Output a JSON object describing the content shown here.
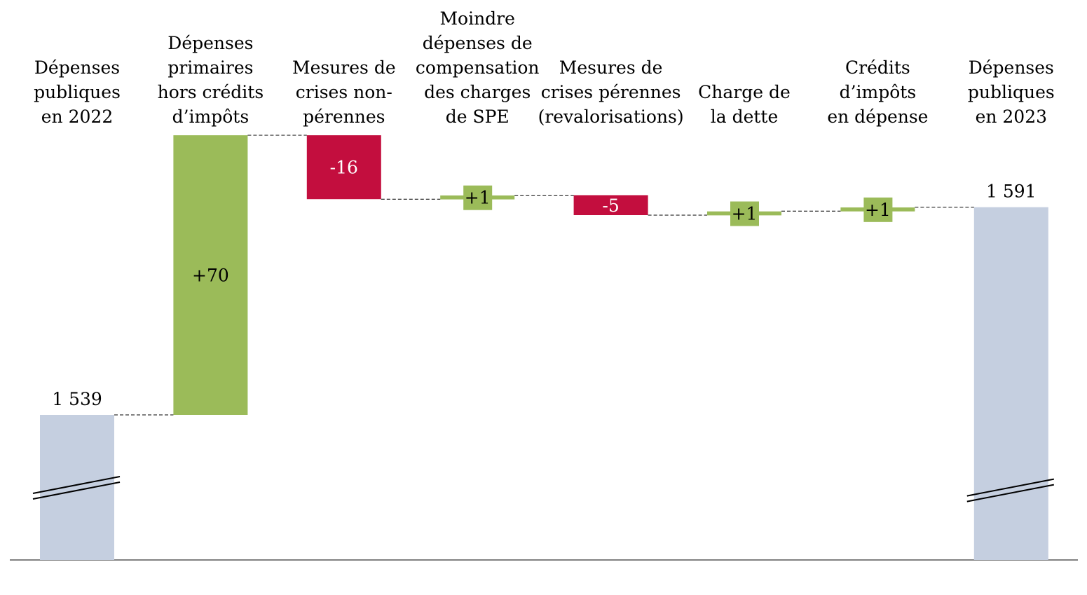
{
  "chart_data": {
    "type": "waterfall",
    "title": "",
    "categories": [
      [
        "Dépenses",
        "publiques",
        "en 2022"
      ],
      [
        "Dépenses",
        "primaires",
        "hors crédits",
        "d’impôts"
      ],
      [
        "Mesures de",
        "crises non-",
        "pérennes"
      ],
      [
        "Moindre",
        "dépenses de",
        "compensation",
        "des charges",
        "de SPE"
      ],
      [
        "Mesures de",
        "crises pérennes",
        "(revalorisations)"
      ],
      [
        "Charge de",
        "la dette"
      ],
      [
        "Crédits",
        "d’impôts",
        "en dépense"
      ],
      [
        "Dépenses",
        "publiques",
        "en 2023"
      ]
    ],
    "kinds": [
      "total",
      "delta",
      "delta",
      "delta",
      "delta",
      "delta",
      "delta",
      "total"
    ],
    "values": [
      1539,
      70,
      -16,
      1,
      -5,
      1,
      1,
      1591
    ],
    "value_labels": [
      "1 539",
      "+70",
      "-16",
      "+1",
      "-5",
      "+1",
      "+1",
      "1 591"
    ],
    "axis_break": true,
    "colors": {
      "total": "#c5cfe0",
      "increase": "#9bbb59",
      "decrease": "#c30e3e",
      "connector": "#000000"
    }
  }
}
